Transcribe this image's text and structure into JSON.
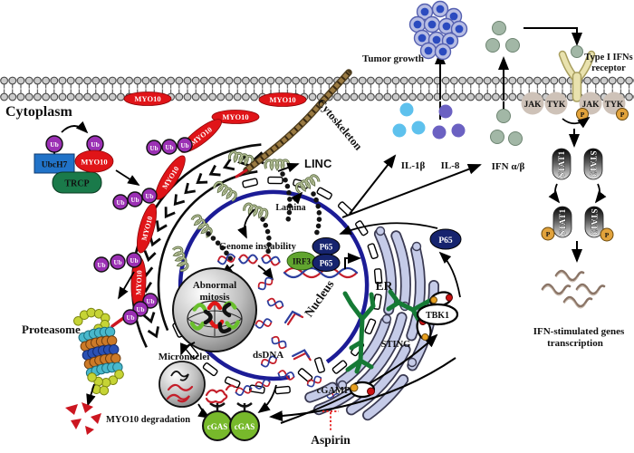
{
  "labels": {
    "cytoplasm": "Cytoplasm",
    "cytoskeleton": "Cytoskeleton",
    "myo10": "MYO10",
    "ub": "Ub",
    "ubch7": "UbcH7",
    "trcp": "TRCP",
    "proteasome": "Proteasome",
    "myo10_degradation": "MYO10 degradation",
    "linc": "LINC",
    "lamina": "Lamina",
    "nucleus": "Nucleus",
    "genome_instability": "Genome instability",
    "abnormal_mitosis_line1": "Abnormal",
    "abnormal_mitosis_line2": "mitosis",
    "micronuclei": "Micronuclei",
    "dsdna": "dsDNA",
    "cgas": "cGAS",
    "cgamp": "cGAMP",
    "aspirin": "Aspirin",
    "irf3": "IRF3",
    "p65": "P65",
    "er": "ER",
    "sting": "STING",
    "tbk1": "TBK1",
    "tumor_growth": "Tumor growth",
    "il1b": "IL-1β",
    "il8": "IL-8",
    "ifnab": "IFN α/β",
    "receptor_line1": "Type I IFNs",
    "receptor_line2": "receptor",
    "jak": "JAK",
    "tyk": "TYK",
    "p": "P",
    "stat1": "STAT1",
    "stat3": "STAT3",
    "isg_line1": "IFN-stimulated genes",
    "isg_line2": "transcription"
  },
  "colors": {
    "myo10_red": "#e01418",
    "ubiquitin_purple": "#9b30b4",
    "ubch7_blue": "#2173c8",
    "trcp_green": "#1a7a4a",
    "cgas_green": "#77b92b",
    "irf3_green": "#61a52f",
    "p65_navy": "#16246e",
    "sting_green": "#157a35",
    "er_lavender": "#c5cbe8",
    "lamina_blue": "#1c1c96",
    "tumor_cell_blue": "#2b4bbf",
    "il1b_blue": "#5ec1ed",
    "il8_violet": "#6b61c2",
    "ifn_sage": "#a2b7a6",
    "jak_tyk_tan": "#cec2b8",
    "phosphate_orange": "#e2a33c",
    "receptor_khaki": "#e9e2ae",
    "dna_red": "#c41e2a",
    "dna_blue": "#2c3e9e",
    "aspirin_inhibit_red": "#e83030",
    "proteasome_cyan": "#49b8cc",
    "proteasome_orange": "#cc7a28",
    "proteasome_blue": "#2b51b4",
    "proteasome_yellow": "#c6d435"
  }
}
